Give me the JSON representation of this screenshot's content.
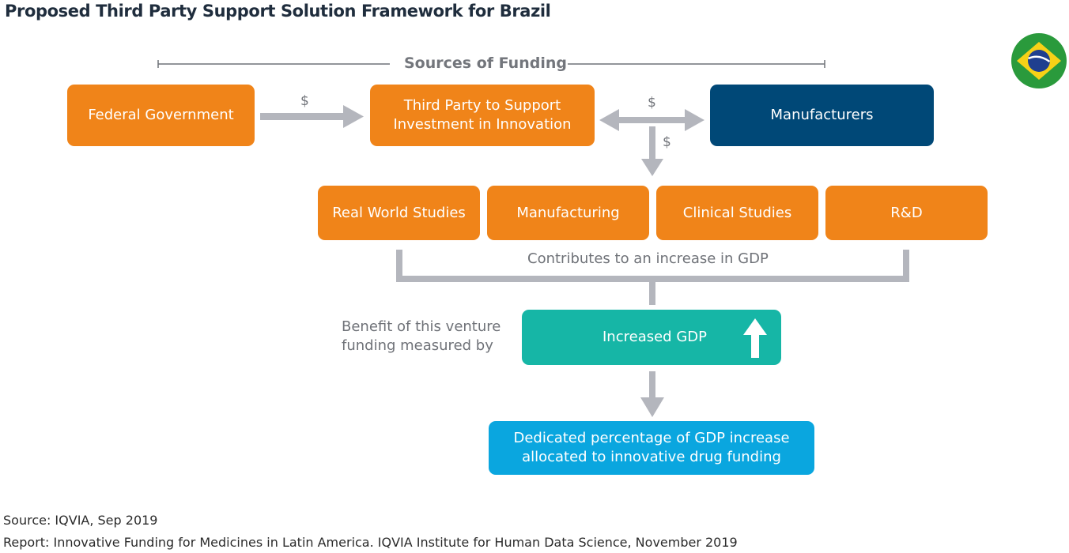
{
  "title": "Proposed Third Party Support Solution Framework for Brazil",
  "sources_label": "Sources of Funding",
  "flag_icon": "brazil-flag-icon",
  "boxes": {
    "federal": "Federal Government",
    "third_party": "Third Party to Support Investment in Innovation",
    "manufacturers": "Manufacturers",
    "real_world": "Real World Studies",
    "manufacturing": "Manufacturing",
    "clinical": "Clinical Studies",
    "rd": "R&D",
    "increased_gdp": "Increased GDP",
    "dedicated": "Dedicated percentage of GDP increase allocated to innovative drug funding"
  },
  "labels": {
    "dollar_1": "$",
    "dollar_2": "$",
    "dollar_3": "$",
    "contributes": "Contributes to an increase in GDP",
    "benefit_line1": "Benefit of this venture",
    "benefit_line2": "funding measured by"
  },
  "footer": {
    "source": "Source: IQVIA, Sep 2019",
    "report": "Report: Innovative Funding for Medicines in Latin America. IQVIA Institute for Human Data Science, November 2019"
  },
  "colors": {
    "orange": "#f08419",
    "navy": "#004877",
    "teal": "#16b6a6",
    "blue": "#0aa6df",
    "arrow": "#b4b6bd"
  }
}
